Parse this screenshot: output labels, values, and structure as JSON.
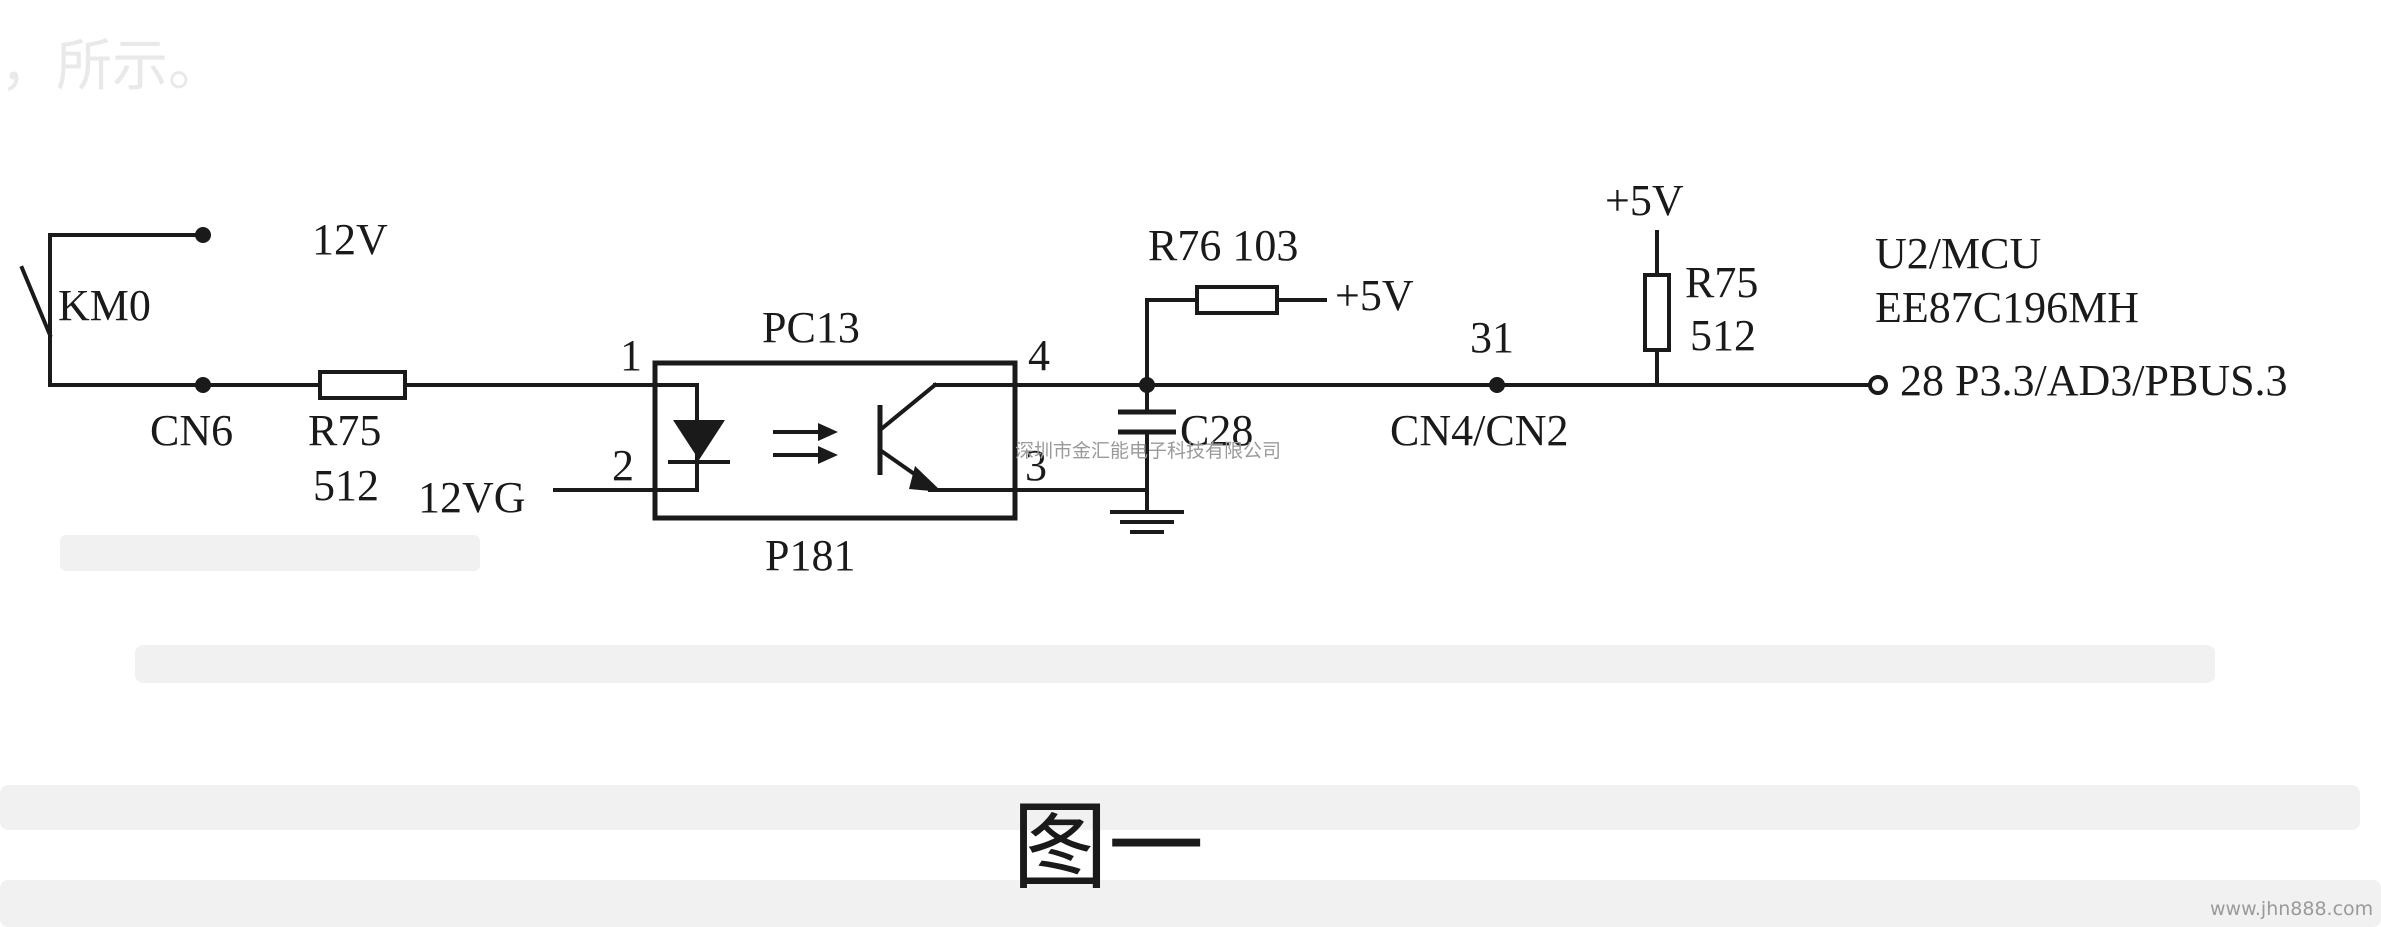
{
  "diagram": {
    "caption": "图一",
    "watermark": "深圳市金汇能电子科技有限公司",
    "site": "www.jhn888.com",
    "background_fragments": {
      "top_left": "，所示。"
    },
    "labels": {
      "v12": "12V",
      "km0": "KM0",
      "cn6": "CN6",
      "r75_left_name": "R75",
      "r75_left_value": "512",
      "pin1": "1",
      "pin2": "2",
      "pin3": "3",
      "pin4": "4",
      "pc13": "PC13",
      "p181": "P181",
      "v12g": "12VG",
      "r76": "R76 103",
      "v5_mid": "+5V",
      "c28": "C28",
      "pin31": "31",
      "cn4cn2": "CN4/CN2",
      "v5_right": "+5V",
      "r75_right_name": "R75",
      "r75_right_value": "512",
      "u2mcu": "U2/MCU",
      "ee87c196mh": "EE87C196MH",
      "pin28": "28 P3.3/AD3/PBUS.3"
    }
  }
}
